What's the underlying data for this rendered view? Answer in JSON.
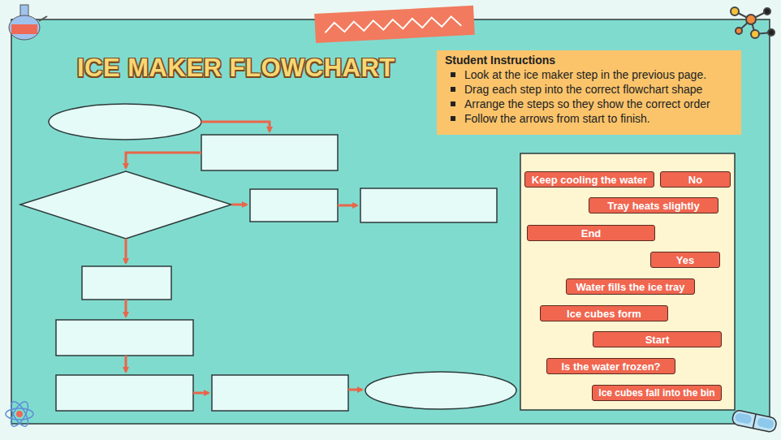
{
  "diagram": {
    "title": "ICE MAKER FLOWCHART",
    "nodes": [
      {
        "text": [
          "Student Instructions",
          "Look at the ice maker step in the previous page.",
          "Drag each step into the correct flowchart shape",
          "Arrange the steps so they show the correct order",
          "Follow the arrows from start to finish."
        ]
      },
      {
        "text": [
          "Keep cooling the water"
        ]
      },
      {
        "text": [
          "No"
        ]
      },
      {
        "text": [
          "Tray heats slightly"
        ]
      },
      {
        "text": [
          "End"
        ]
      },
      {
        "text": [
          "Yes"
        ]
      },
      {
        "text": [
          "Water fills the ice tray"
        ]
      },
      {
        "text": [
          "Ice cubes form"
        ]
      },
      {
        "text": [
          "Start"
        ]
      },
      {
        "text": [
          "Is the water frozen?"
        ]
      },
      {
        "text": [
          "Ice cubes fall into the bin"
        ]
      }
    ]
  }
}
